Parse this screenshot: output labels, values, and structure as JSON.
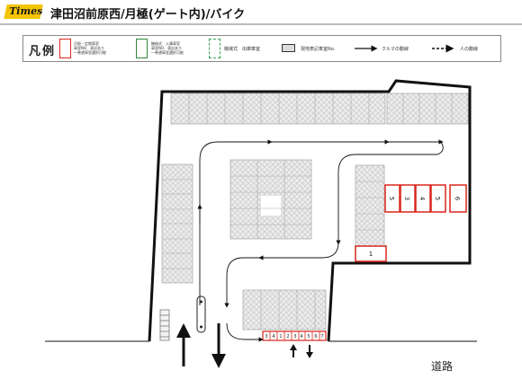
{
  "header": {
    "logo_text": "Times",
    "title": "津田沼前原西/月極(ゲート内)/バイク"
  },
  "legend": {
    "title": "凡例",
    "items": [
      {
        "lines": "月極・定期車室\n車室NO．表記あり\n一希望車室選択可能",
        "color": "#d9261c"
      },
      {
        "lines": "機械式　入庫車室\n車室NO．表記あり\n一希望車室選択可能",
        "color": "#2e8b3a"
      },
      {
        "label": "機械式　出庫車室",
        "color": "#3aa55a"
      },
      {
        "label": "現地表記車室No."
      },
      {
        "label": "クルマの動線"
      },
      {
        "label": "人の動線"
      }
    ]
  },
  "spaces": {
    "vertical_stack": [
      "5",
      "3",
      "4",
      "5",
      "6"
    ],
    "bottom_single": "1",
    "bike_row": [
      "3",
      "4",
      "1",
      "2",
      "3",
      "4",
      "5",
      "6",
      "7"
    ]
  },
  "road_label": "道路",
  "colors": {
    "red": "#d9261c",
    "lot_border": "#111111",
    "stall_fill": "#e8e8e8"
  }
}
